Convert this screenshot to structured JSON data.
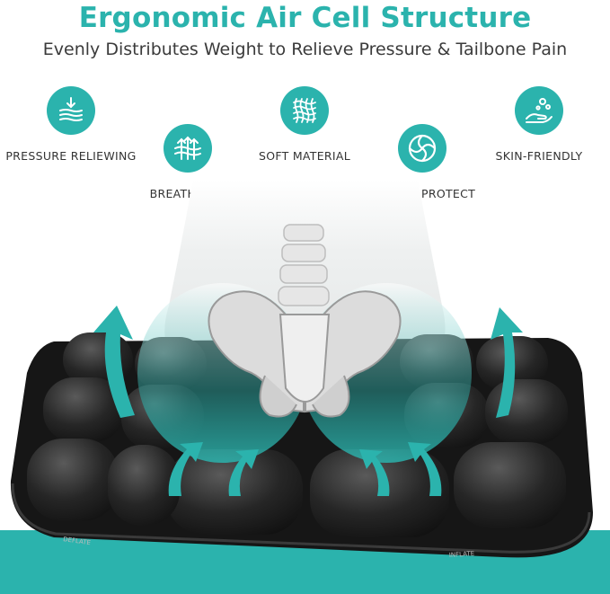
{
  "header": {
    "title": "Ergonomic Air Cell Structure",
    "subtitle": "Evenly Distributes Weight to Relieve Pressure & Tailbone Pain"
  },
  "features": [
    {
      "label": "PRESSURE RELIEWING",
      "icon": "pressure-down-arrow-icon"
    },
    {
      "label": "BREATHABLE",
      "icon": "breathable-arrows-icon"
    },
    {
      "label": "SOFT MATERIAL",
      "icon": "soft-mesh-icon"
    },
    {
      "label": "COCCYX PROTECT",
      "icon": "coccyx-swirl-icon"
    },
    {
      "label": "SKIN-FRIENDLY",
      "icon": "skin-hand-bubbles-icon"
    }
  ],
  "cushion": {
    "valve_left": "DEFLATE",
    "valve_right": "INFLATE"
  },
  "colors": {
    "accent": "#2bb3ad",
    "cushion": "#1c1c1c",
    "text": "#333333"
  }
}
